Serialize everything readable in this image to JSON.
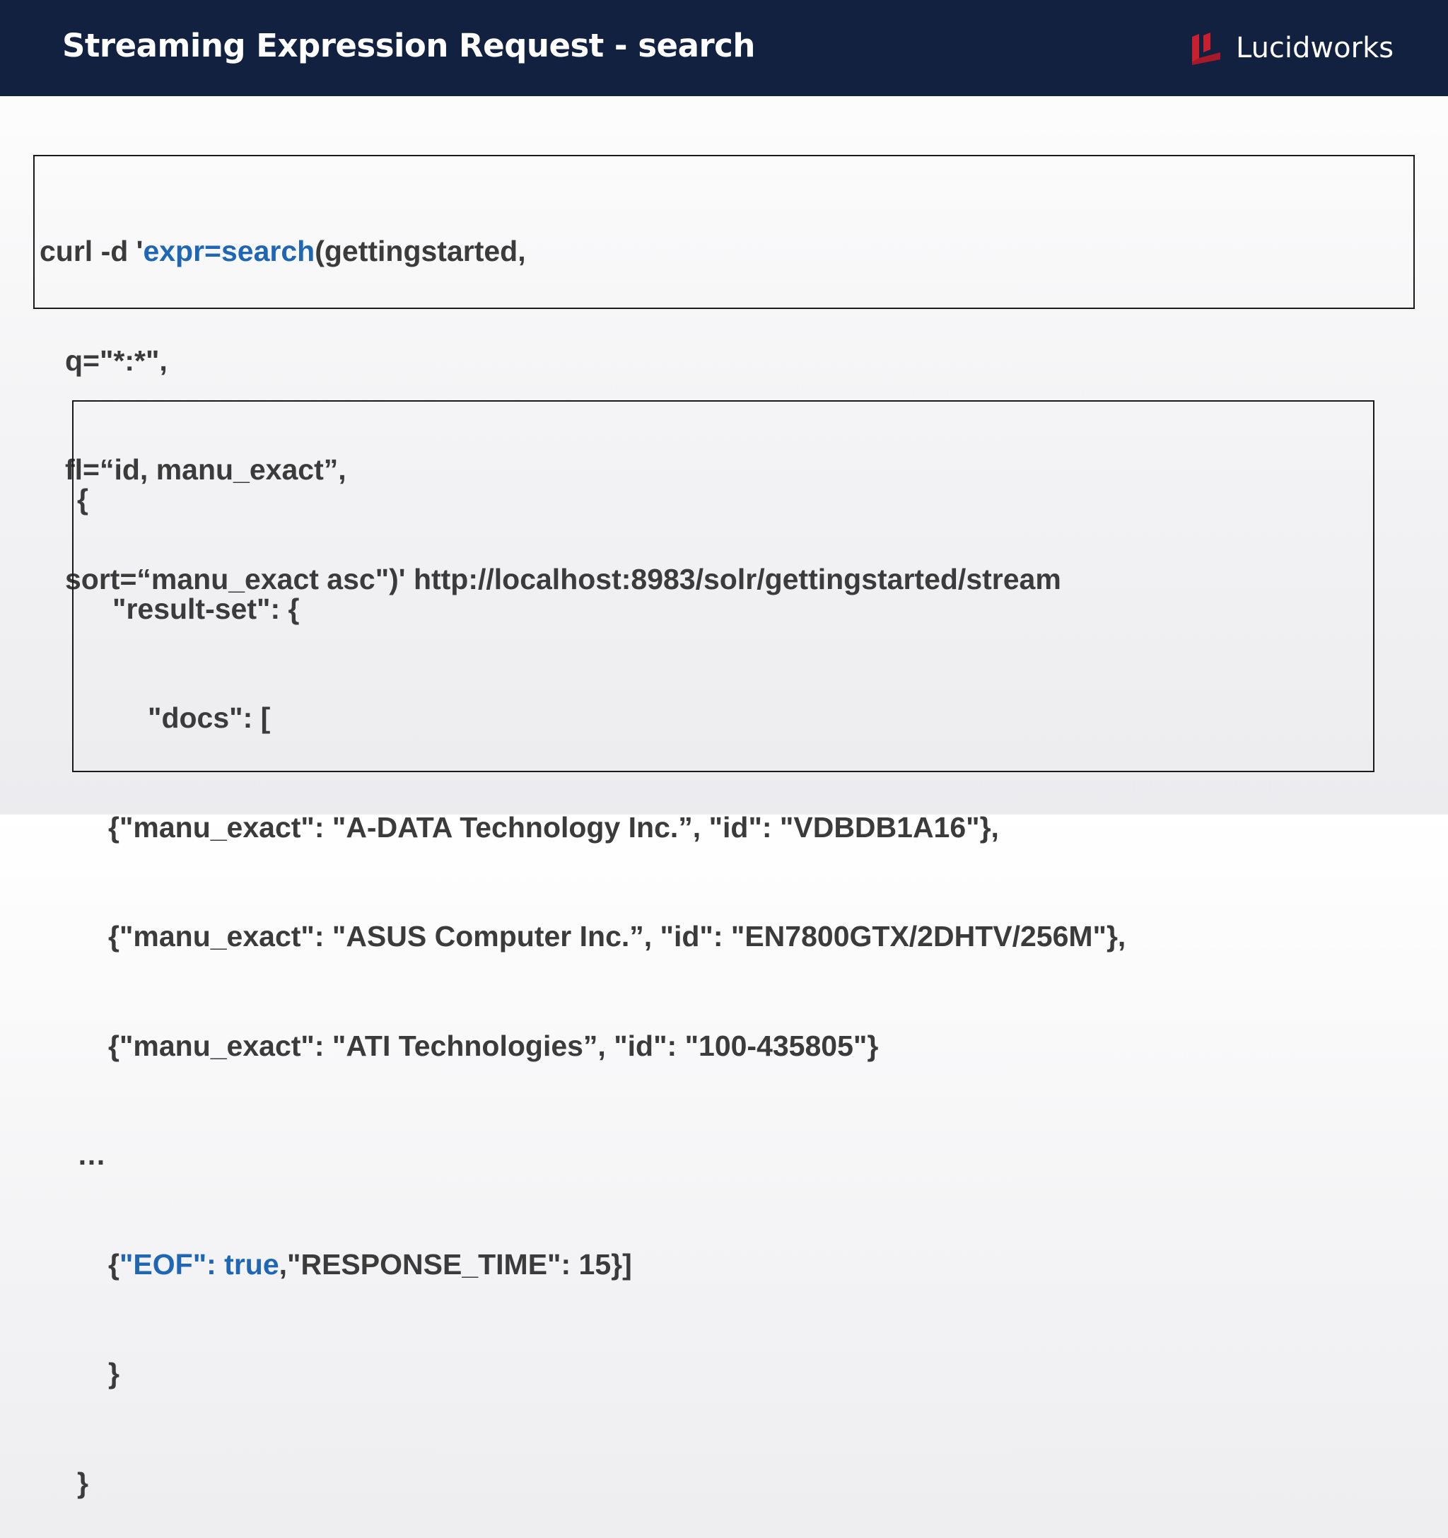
{
  "header": {
    "title": "Streaming Expression Request - search",
    "logo_text": "Lucidworks"
  },
  "request": {
    "line1_prefix": "curl -d '",
    "line1_expr": "expr=search",
    "line1_suffix": "(gettingstarted,",
    "line2": "q=\"*:*\",",
    "line3": "fl=“id, manu_exact”,",
    "line4": "sort=“manu_exact asc\")' http://localhost:8983/solr/gettingstarted/stream"
  },
  "response": {
    "open_brace": "{",
    "result_set": "\"result-set\": {",
    "docs": "\"docs\": [",
    "rows": [
      "{\"manu_exact\": \"A-DATA Technology Inc.”, \"id\": \"VDBDB1A16\"},",
      "{\"manu_exact\": \"ASUS Computer Inc.”, \"id\": \"EN7800GTX/2DHTV/256M\"},",
      "{\"manu_exact\": \"ATI Technologies”, \"id\": \"100-435805\"}"
    ],
    "ellipsis": "…",
    "eof_open": "{",
    "eof_highlight": "\"EOF\": true",
    "eof_rest": ",\"RESPONSE_TIME\": 15}]",
    "inner_close": "}",
    "outer_close": "}"
  },
  "colors": {
    "header_bg": "#12213f",
    "accent_blue": "#1f67b5",
    "code_text": "#3b3b3b",
    "logo_red": "#c8202f"
  }
}
